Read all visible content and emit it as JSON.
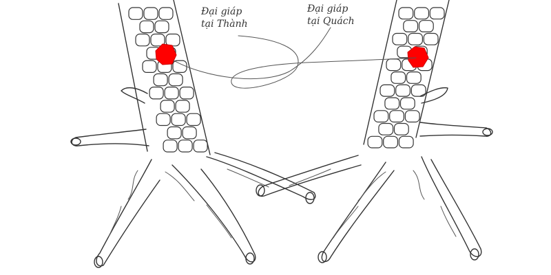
{
  "labels": {
    "left": [
      "Đại giáp",
      "tại Thành"
    ],
    "right": [
      "Đại giáp",
      "tại Quách"
    ]
  },
  "colors": {
    "ink": "#333333",
    "highlight": "#ff0000",
    "background": "#ffffff"
  }
}
